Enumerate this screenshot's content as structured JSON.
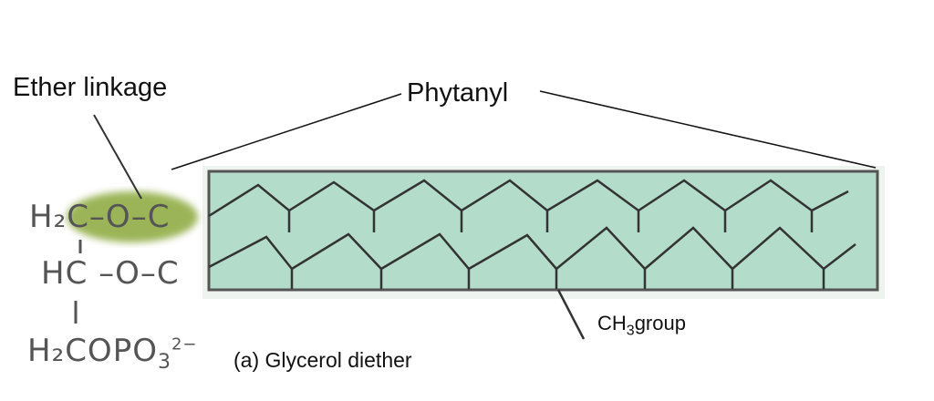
{
  "labels": {
    "ether_linkage": "Ether linkage",
    "phytanyl": "Phytanyl",
    "ch3_prefix": "CH",
    "ch3_sub": "3",
    "ch3_suffix": "group",
    "caption": "(a) Glycerol diether"
  },
  "structure": {
    "row1": "H₂C–O–C",
    "row2": "HC –O–C",
    "row3_main": "H₂COPO",
    "row3_sub": "3",
    "row3_sup": "2−"
  },
  "colors": {
    "membrane": "#a9d8c6",
    "ether_highlight": "#8aa83a",
    "line": "#333333"
  }
}
